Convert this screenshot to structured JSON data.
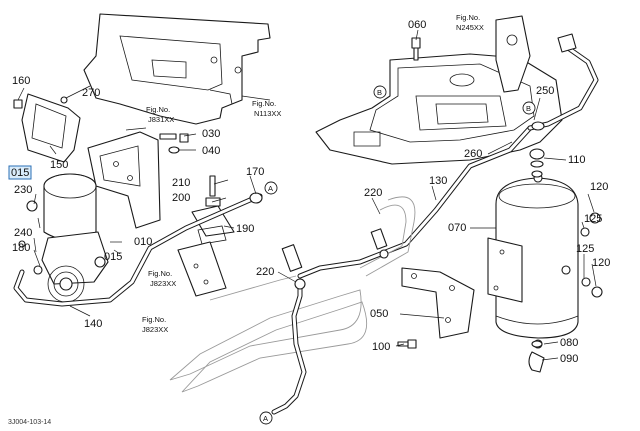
{
  "figure_code": "3J004-103-14",
  "part_numbers": {
    "p010": "010",
    "p015": "015",
    "p030": "030",
    "p040": "040",
    "p050": "050",
    "p060": "060",
    "p070": "070",
    "p080": "080",
    "p090": "090",
    "p100": "100",
    "p110": "110",
    "p120a": "120",
    "p120b": "120",
    "p125a": "125",
    "p125b": "125",
    "p130": "130",
    "p140": "140",
    "p150": "150",
    "p160": "160",
    "p170": "170",
    "p180": "180",
    "p190": "190",
    "p200": "200",
    "p210": "210",
    "p220a": "220",
    "p220b": "220",
    "p230": "230",
    "p240": "240",
    "p250": "250",
    "p260": "260",
    "p270": "270"
  },
  "figure_refs": {
    "n113": {
      "label": "Fig.No.",
      "value": "N113XX"
    },
    "j831": {
      "label": "Fig.No.",
      "value": "J831XX"
    },
    "n245": {
      "label": "Fig.No.",
      "value": "N245XX"
    },
    "j823a": {
      "label": "Fig.No.",
      "value": "J823XX"
    },
    "j823b": {
      "label": "Fig.No.",
      "value": "J823XX"
    }
  },
  "connectors": {
    "A1": "A",
    "A2": "A",
    "B1": "B",
    "B2": "B"
  },
  "highlighted_part": "015",
  "colors": {
    "line": "#1a1a1a",
    "highlight_fill": "#d9ecfb",
    "highlight_stroke": "#2b6fb5",
    "ghost": "#9a9a9a"
  }
}
